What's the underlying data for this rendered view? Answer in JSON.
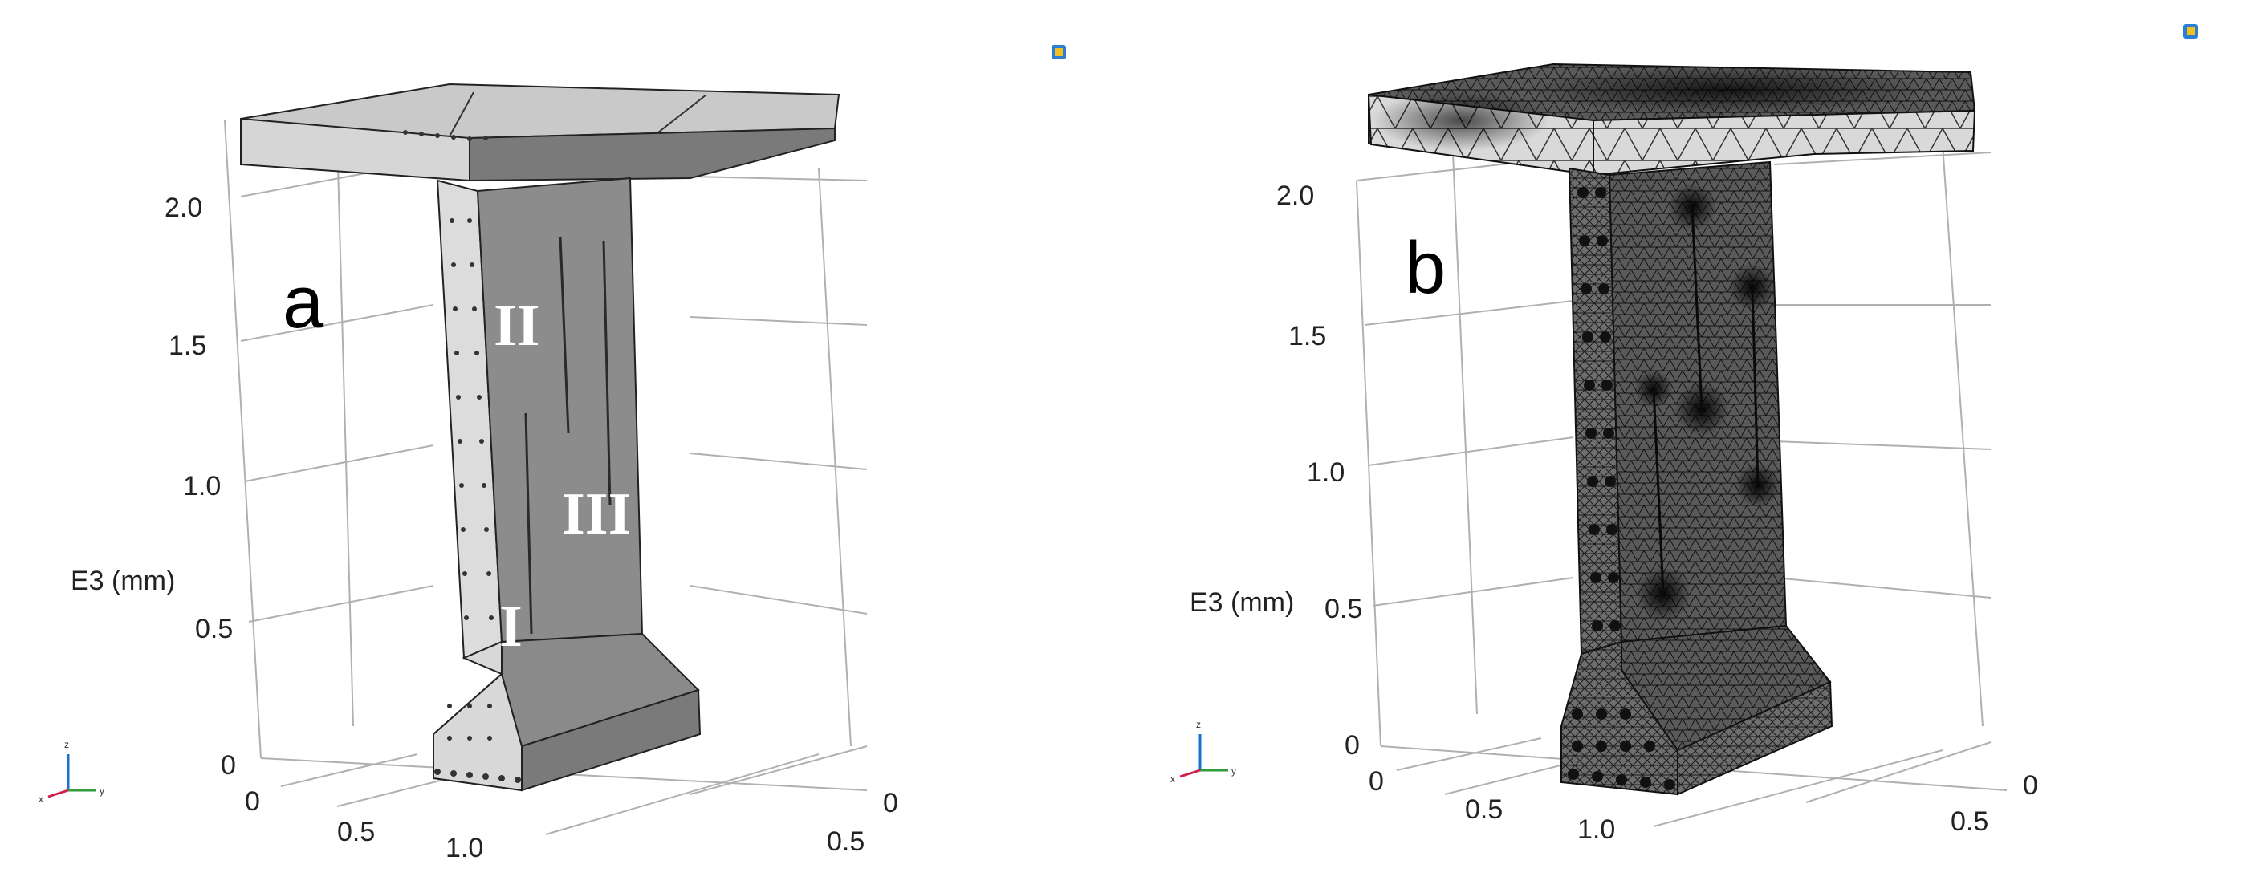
{
  "panels": [
    {
      "id": "a",
      "letter": "a",
      "axis_title": "E3 (mm)",
      "z_ticks": [
        "0",
        "0.5",
        "1.0",
        "1.5",
        "2.0"
      ],
      "x_ticks": [
        "0",
        "0.5",
        "1.0"
      ],
      "y_ticks": [
        "0",
        "0.5"
      ],
      "region_labels": [
        "II",
        "III",
        "I"
      ],
      "triad": {
        "z": "z",
        "x": "x",
        "y": "y"
      }
    },
    {
      "id": "b",
      "letter": "b",
      "axis_title": "E3 (mm)",
      "z_ticks": [
        "0",
        "0.5",
        "1.0",
        "1.5",
        "2.0"
      ],
      "x_ticks": [
        "0",
        "0.5",
        "1.0"
      ],
      "y_ticks": [
        "0",
        "0.5"
      ],
      "triad": {
        "z": "z",
        "x": "x",
        "y": "y"
      }
    }
  ],
  "colors": {
    "flange_top": "#c8c8c8",
    "flange_front": "#d4d4d4",
    "web_side": "#dddddd",
    "web_face": "#8a8a8a",
    "mesh_dark": "#2a2a2a",
    "grid": "#aaaaaa"
  }
}
